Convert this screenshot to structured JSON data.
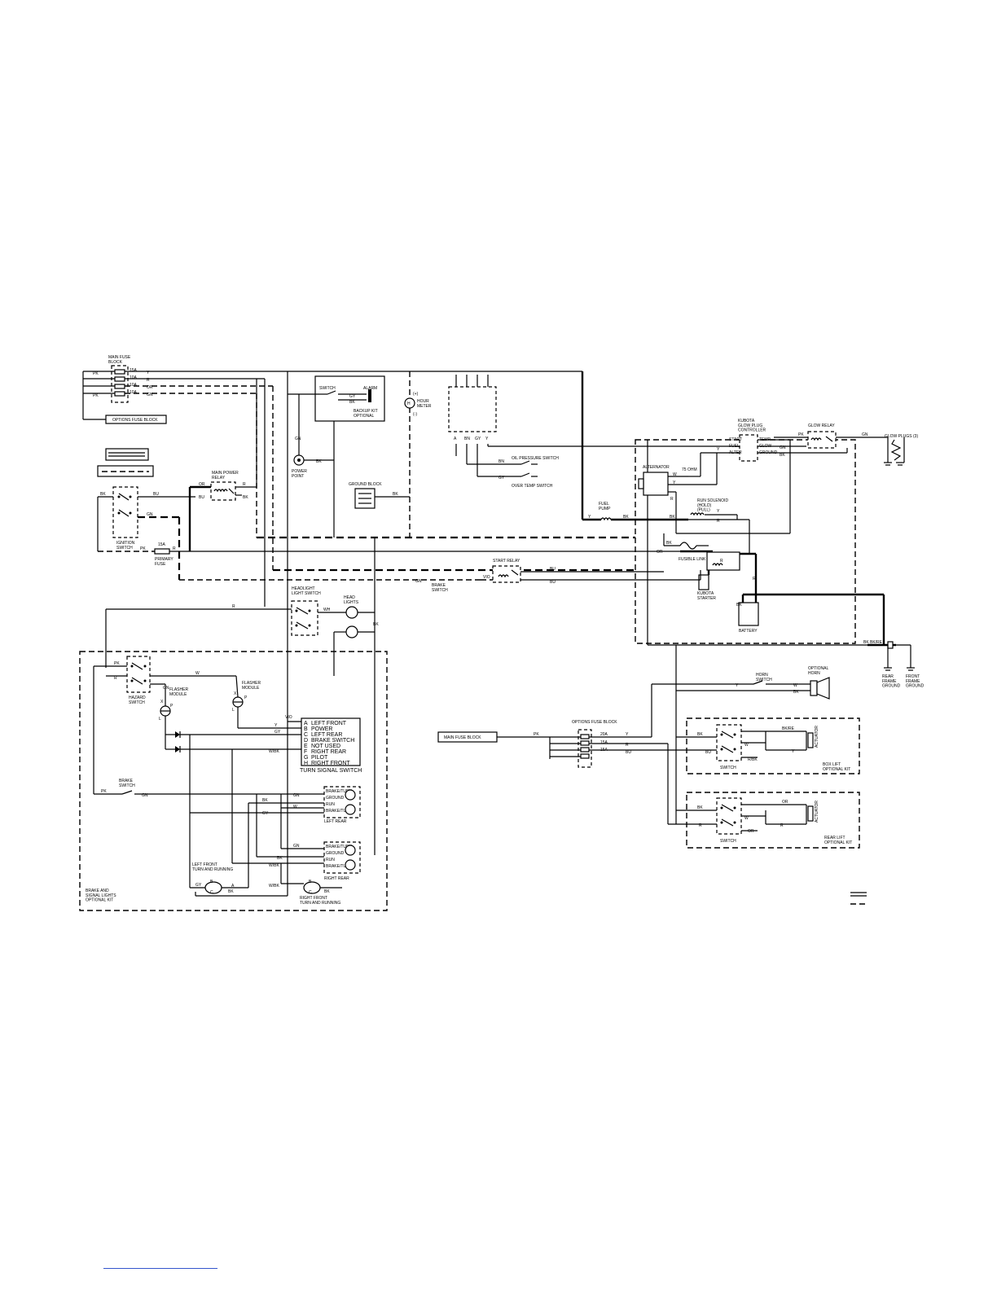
{
  "blocks": {
    "main_fuse_block": "MAIN FUSE\nBLOCK",
    "options_fuse_block": "OPTIONS FUSE BLOCK",
    "battery_warning": "",
    "main_power_relay": "MAIN POWER\nRELAY",
    "ignition_switch": "IGNITION\nSWITCH",
    "primary_fuse_amps": "15A",
    "primary_fuse": "PRIMARY\nFUSE",
    "switch": "SWITCH",
    "alarm": "ALARM",
    "backup_kit": "BACKUP KIT\nOPTIONAL",
    "hour_meter": "HOUR\nMETER",
    "power_point": "POWER\nPOINT",
    "ground_block": "GROUND BLOCK",
    "oil_pressure_switch": "OIL PRESSURE SWITCH",
    "over_temp_switch": "OVER TEMP SWITCH",
    "glow_plug_controller": "KUBOTA\nGLOW PLUG\nCONTROLLER",
    "glow_relay": "GLOW RELAY",
    "glow_plugs": "GLOW PLUGS (3)",
    "alternator": "ALTERNATOR",
    "ohm_75": "75 OHM",
    "fuel_pump": "FUEL\nPUMP",
    "run_solenoid": "RUN SOLENOID\n(HOLD)\n(PULL)",
    "fusible_link": "FUSIBLE LINK",
    "kubota_starter": "KUBOTA\nSTARTER",
    "start_relay": "START RELAY",
    "brake_switch_top": "BRAKE\nSWITCH",
    "battery": "BATTERY",
    "rear_frame_ground": "REAR\nFRAME\nGROUND",
    "front_frame_ground": "FRONT\nFRAME\nGROUND",
    "headlight_switch": "HEADLIGHT\nLIGHT SWITCH",
    "head_lights": "HEAD\nLIGHTS",
    "hazard_switch": "HAZARD\nSWITCH",
    "flasher_module_left": "FLASHER\nMODULE",
    "flasher_module_right": "FLASHER\nMODULE",
    "turn_signal_switch": "TURN SIGNAL SWITCH",
    "brake_switch": "BRAKE\nSWITCH",
    "left_rear": "LEFT REAR",
    "right_rear": "RIGHT REAR",
    "left_front_turn": "LEFT FRONT\nTURN AND RUNNING",
    "right_front_turn": "RIGHT FRONT\nTURN AND RUNNING",
    "brake_signal_kit": "BRAKE AND\nSIGNAL LIGHTS\nOPTIONAL KIT",
    "horn_switch": "HORN\nSWITCH",
    "optional_horn": "OPTIONAL\nHORN",
    "main_fuse_block_ref": "MAIN FUSE BLOCK",
    "box_lift": "BOX LIFT\nOPTIONAL KIT",
    "rear_lift": "REAR LIFT\nOPTIONAL KIT",
    "actuator": "ACTUATOR"
  },
  "fuse_ratings": [
    "15A",
    "10A",
    "10A",
    "10A"
  ],
  "option_fuse_ratings": [
    "20A",
    "15A",
    "15A"
  ],
  "glow_controller_pins": [
    "START",
    "FUEL",
    "ALTER",
    "TEMP",
    "GLOW",
    "GROUND"
  ],
  "turn_signal_pins": [
    {
      "pin": "A",
      "label": "LEFT FRONT"
    },
    {
      "pin": "B",
      "label": "POWER"
    },
    {
      "pin": "C",
      "label": "LEFT REAR"
    },
    {
      "pin": "D",
      "label": "BRAKE SWITCH"
    },
    {
      "pin": "E",
      "label": "NOT USED"
    },
    {
      "pin": "F",
      "label": "RIGHT REAR"
    },
    {
      "pin": "G",
      "label": "PILOT"
    },
    {
      "pin": "H",
      "label": "RIGHT FRONT"
    }
  ],
  "rear_lamp_rows": [
    "BRAKE/TURN",
    "GROUND",
    "RUN",
    "BRAKE/TURN"
  ],
  "wires": {
    "Y": "Y",
    "R": "R",
    "GN": "GN",
    "PK": "PK",
    "BK": "BK",
    "BU": "BU",
    "OR": "OR",
    "GY": "GY",
    "W": "W",
    "WBK": "W/BK",
    "BN": "BN",
    "VIO": "VIO",
    "RBK": "R/BK",
    "BKRE": "BK/RE",
    "WH": "WH",
    "VI": "VI"
  },
  "pin_letters": [
    "A",
    "B",
    "C",
    "D",
    "E",
    "F",
    "G",
    "H"
  ],
  "lamp_pins": {
    "B": "B",
    "C": "C",
    "A": "A",
    "X": "X",
    "P": "P",
    "L": "L"
  },
  "hour_meter_pins": {
    "plus": "(+)",
    "minus": "(-)"
  },
  "legend": [
    "",
    ""
  ]
}
